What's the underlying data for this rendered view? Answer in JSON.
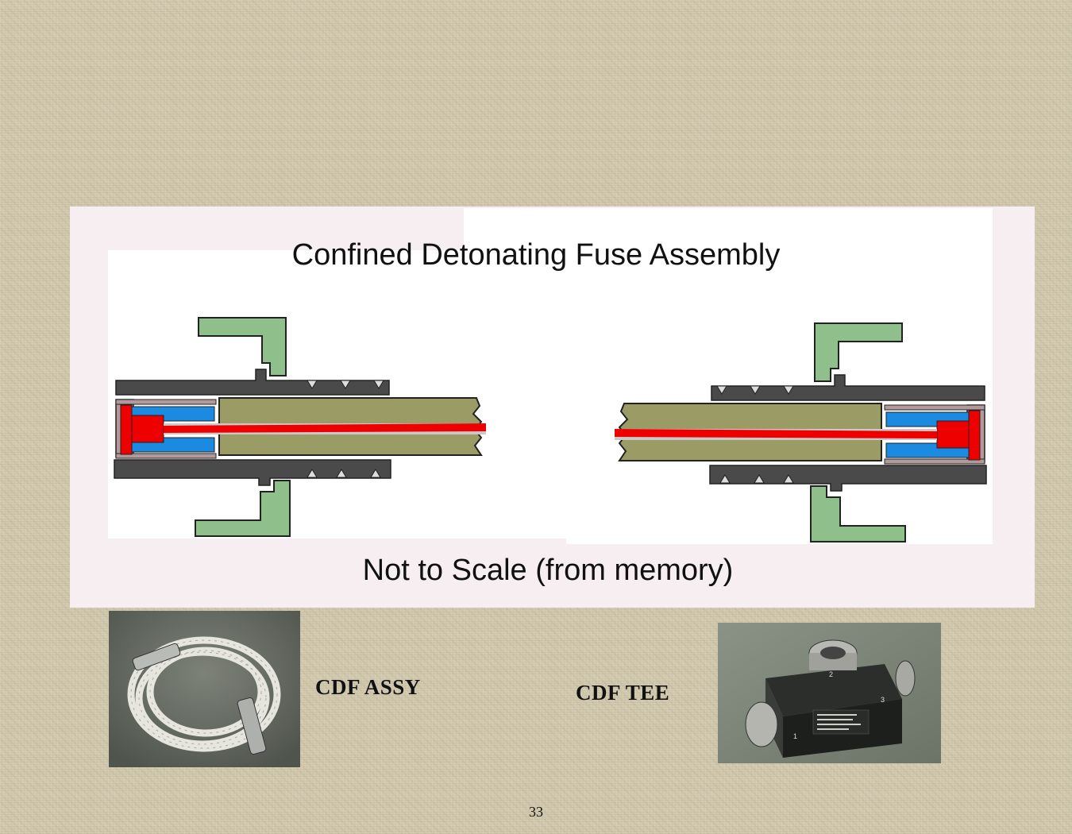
{
  "diagram": {
    "title": "Confined Detonating Fuse Assembly",
    "caption": "Not to Scale (from memory)"
  },
  "photos": {
    "assy_label": "CDF  ASSY",
    "tee_label": "CDF  TEE",
    "tee_port_numbers": [
      "1",
      "2",
      "3"
    ]
  },
  "page_number": "33",
  "colors": {
    "green_nut": "#8fbf8b",
    "dark_housing": "#4a4a4a",
    "blue_sleeve": "#1a8be0",
    "red_charge": "#ee0000",
    "olive_fuse": "#9b9b66",
    "panel_bg": "#f6eef0"
  }
}
